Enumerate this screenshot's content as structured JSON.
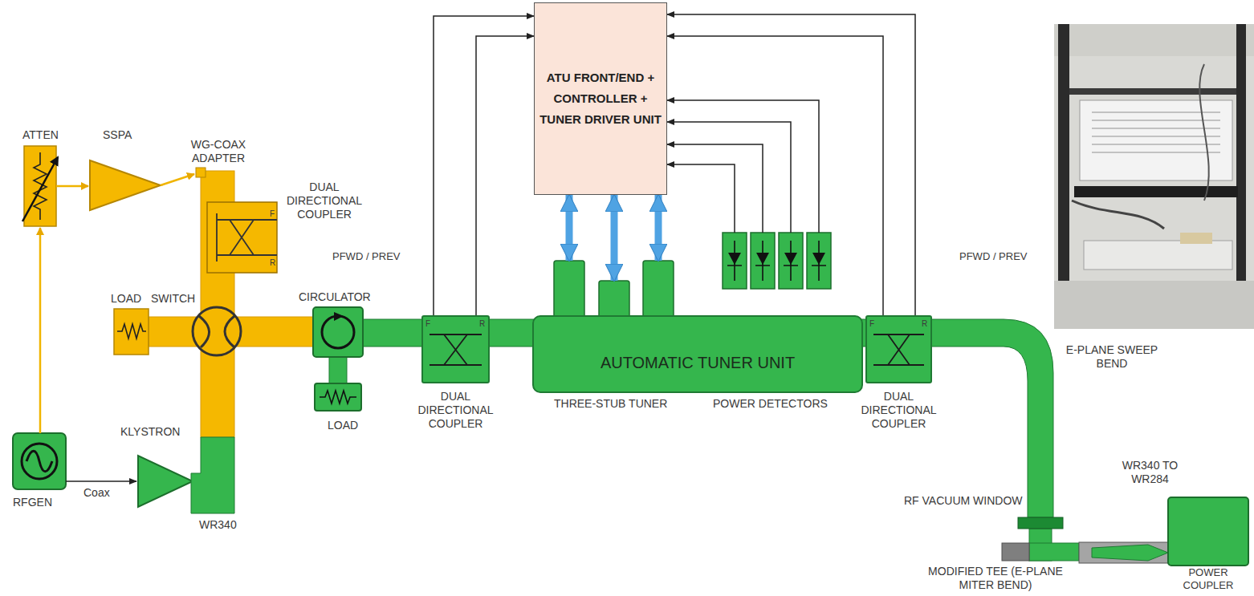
{
  "diagram": {
    "nodes": [
      {
        "text": [
          "ATU FRONT/END + CONTROLLER + TUNER DRIVER UNIT"
        ]
      },
      {
        "text": [
          "DUAL DIRECTIONAL COUPLER"
        ]
      },
      {
        "text": [
          "AUTOMATIC TUNER UNIT"
        ]
      },
      {
        "text": [
          "DUAL DIRECTIONAL COUPLER"
        ]
      }
    ],
    "edges": [
      {
        "from": 1,
        "to": 0,
        "arrow": "to"
      },
      {
        "from": 1,
        "to": 0,
        "arrow": "to"
      },
      {
        "from": 2,
        "to": 0,
        "arrow": "both"
      },
      {
        "from": 2,
        "to": 0,
        "arrow": "both"
      },
      {
        "from": 2,
        "to": 0,
        "arrow": "both"
      },
      {
        "from": 2,
        "to": 0,
        "arrow": "to"
      },
      {
        "from": 2,
        "to": 0,
        "arrow": "to"
      },
      {
        "from": 2,
        "to": 0,
        "arrow": "to"
      },
      {
        "from": 2,
        "to": 0,
        "arrow": "to"
      },
      {
        "from": 3,
        "to": 0,
        "arrow": "to"
      },
      {
        "from": 3,
        "to": 0,
        "arrow": "to"
      }
    ],
    "labels": [
      "ATTEN",
      "SSPA",
      "WG-COAX ADAPTER",
      "DUAL DIRECTIONAL COUPLER",
      "F",
      "R",
      "LOAD",
      "SWITCH",
      "CIRCULATOR",
      "F",
      "R",
      "LOAD",
      "KLYSTRON",
      "RFGEN",
      "Coax",
      "WR340",
      "PFWD / PREV",
      "THREE-STUB TUNER",
      "POWER DETECTORS",
      "F",
      "R",
      "PFWD / PREV",
      "E-PLANE SWEEP BEND",
      "WR340 TO WR284",
      "RF VACUUM WINDOW",
      "MODIFIED TEE (E-PLANE MITER BEND)",
      "POWER COUPLER"
    ]
  }
}
